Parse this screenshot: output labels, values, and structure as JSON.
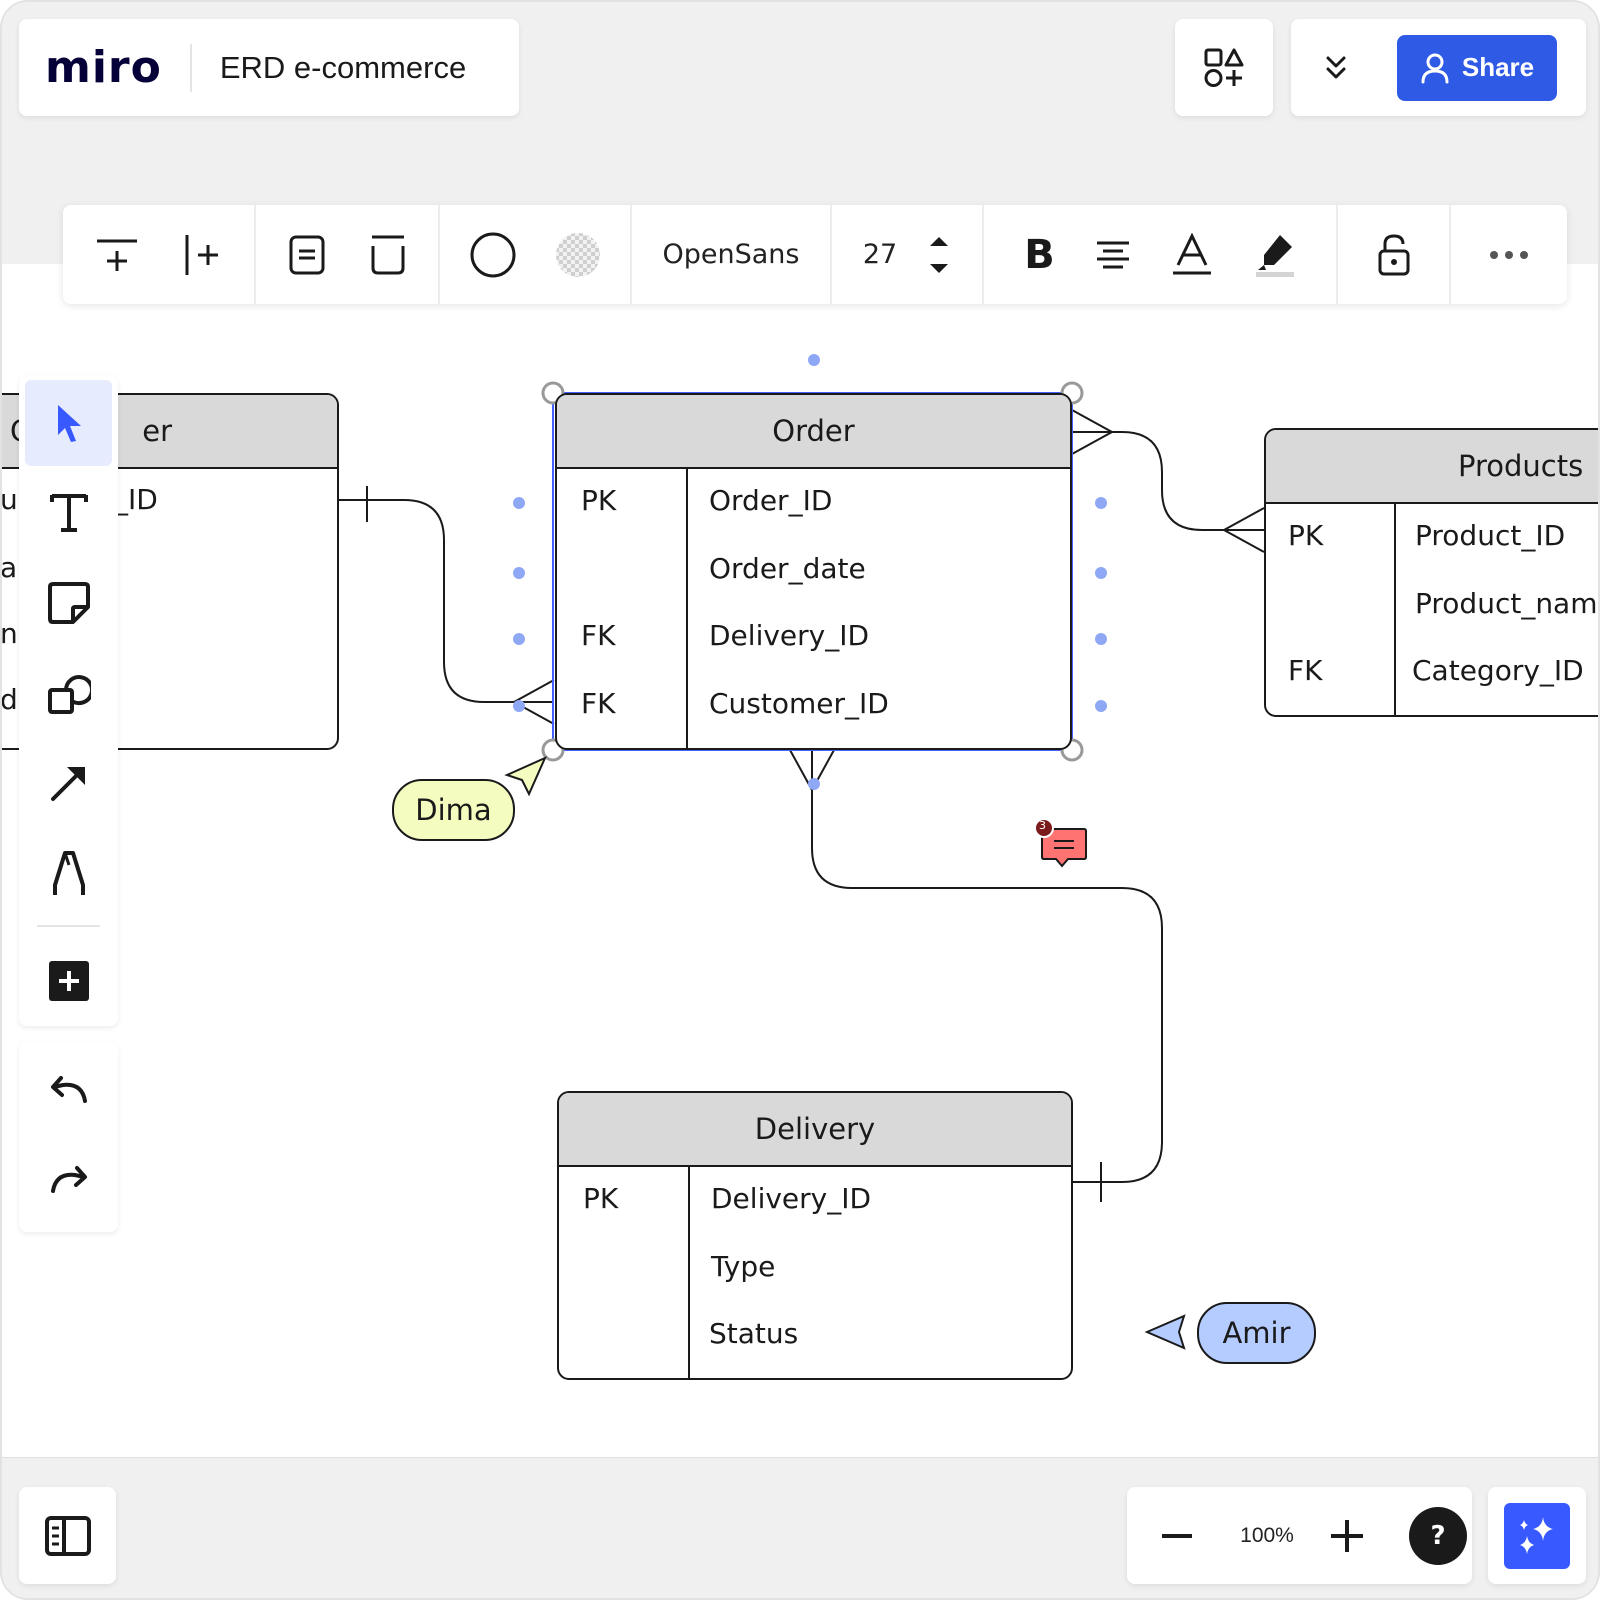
{
  "header": {
    "logo": "miro",
    "board_title": "ERD e-commerce",
    "share_label": "Share"
  },
  "context_toolbar": {
    "font_family": "OpenSans",
    "font_size": "27"
  },
  "left_tools": [
    "select",
    "text",
    "sticky-note",
    "shapes",
    "connection-line",
    "pen",
    "more-apps"
  ],
  "zoom": {
    "level": "100%",
    "help": "?"
  },
  "tables": {
    "customer": {
      "title_fragment": "er",
      "title_left_fragment": "C",
      "rows": [
        {
          "key": "",
          "field": "_ID",
          "left_fragment": "us"
        },
        {
          "key": "",
          "field": "",
          "left_fragment": "a"
        },
        {
          "key": "",
          "field": "",
          "left_fragment": "n"
        },
        {
          "key": "",
          "field": "",
          "left_fragment": "dr"
        }
      ]
    },
    "order": {
      "title": "Order",
      "rows": [
        {
          "key": "PK",
          "field": "Order_ID"
        },
        {
          "key": "",
          "field": "Order_date"
        },
        {
          "key": "FK",
          "field": "Delivery_ID"
        },
        {
          "key": "FK",
          "field": "Customer_ID"
        }
      ]
    },
    "products": {
      "title": "Products",
      "rows": [
        {
          "key": "PK",
          "field": "Product_ID"
        },
        {
          "key": "",
          "field": "Product_nam"
        },
        {
          "key": "FK",
          "field": "Category_ID"
        }
      ]
    },
    "delivery": {
      "title": "Delivery",
      "rows": [
        {
          "key": "PK",
          "field": "Delivery_ID"
        },
        {
          "key": "",
          "field": "Type"
        },
        {
          "key": "",
          "field": "Status"
        }
      ]
    }
  },
  "collaborators": {
    "dima": {
      "name": "Dima",
      "color": "#f5fcc0"
    },
    "amir": {
      "name": "Amir",
      "color": "#b4ccff"
    }
  },
  "comment": {
    "count": "3",
    "color": "#ff7373"
  },
  "colors": {
    "accent": "#2f5ae6",
    "selection": "#4262ff",
    "table_header": "#d9d9d9"
  }
}
